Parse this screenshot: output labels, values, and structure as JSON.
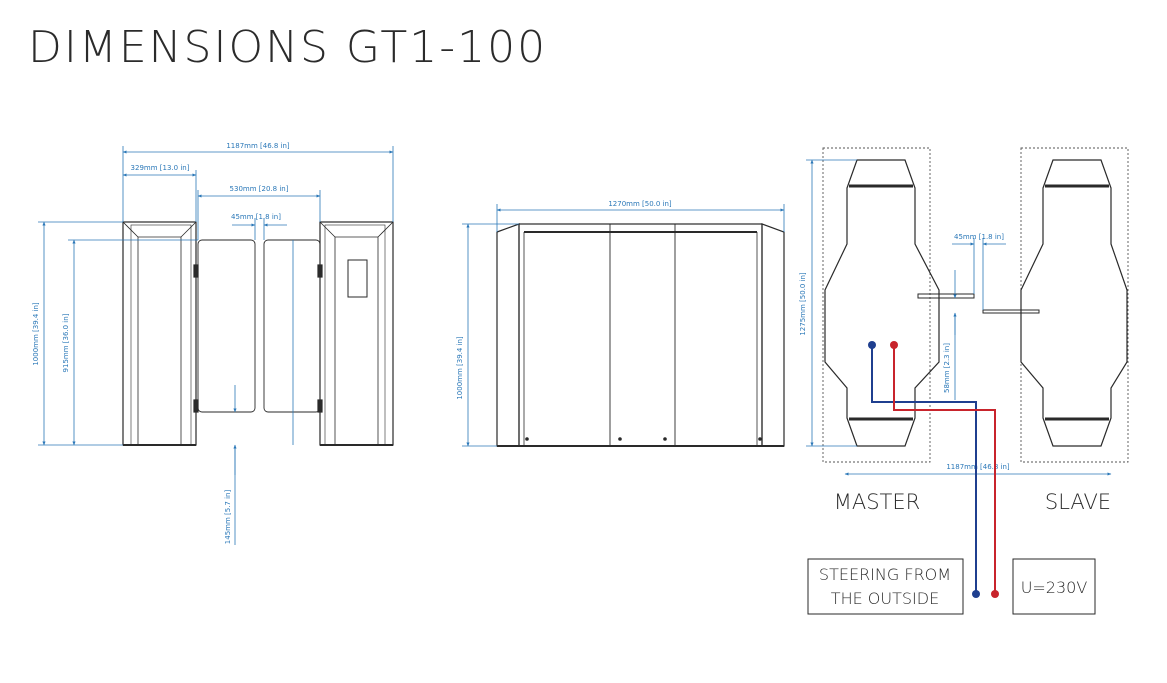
{
  "title": "DIMENSIONS GT1-100",
  "front_view": {
    "overall_width": "1187mm [46.8 in]",
    "cabinet_width": "329mm [13.0 in]",
    "passage_width": "530mm [20.8 in]",
    "gap_width": "45mm [1.8 in]",
    "total_height": "1000mm [39.4 in]",
    "panel_height": "915mm [36.0 in]",
    "bottom_clearance": "145mm [5.7 in]"
  },
  "side_view": {
    "length": "1270mm [50.0 in]",
    "height": "1000mm [39.4 in]"
  },
  "top_view": {
    "length": "1275mm [50.0 in]",
    "gap": "45mm [1.8 in]",
    "offset": "58mm [2.3 in]",
    "overall_width": "1187mm [46.8 in]",
    "master_label": "MASTER",
    "slave_label": "SLAVE"
  },
  "control": {
    "steering_line1": "STEERING FROM",
    "steering_line2": "THE OUTSIDE",
    "power": "U=230V"
  },
  "colors": {
    "dimension": "#2b78b8",
    "wire_blue": "#1f3f8f",
    "wire_red": "#c8242c",
    "outline": "#2a2a2a"
  }
}
